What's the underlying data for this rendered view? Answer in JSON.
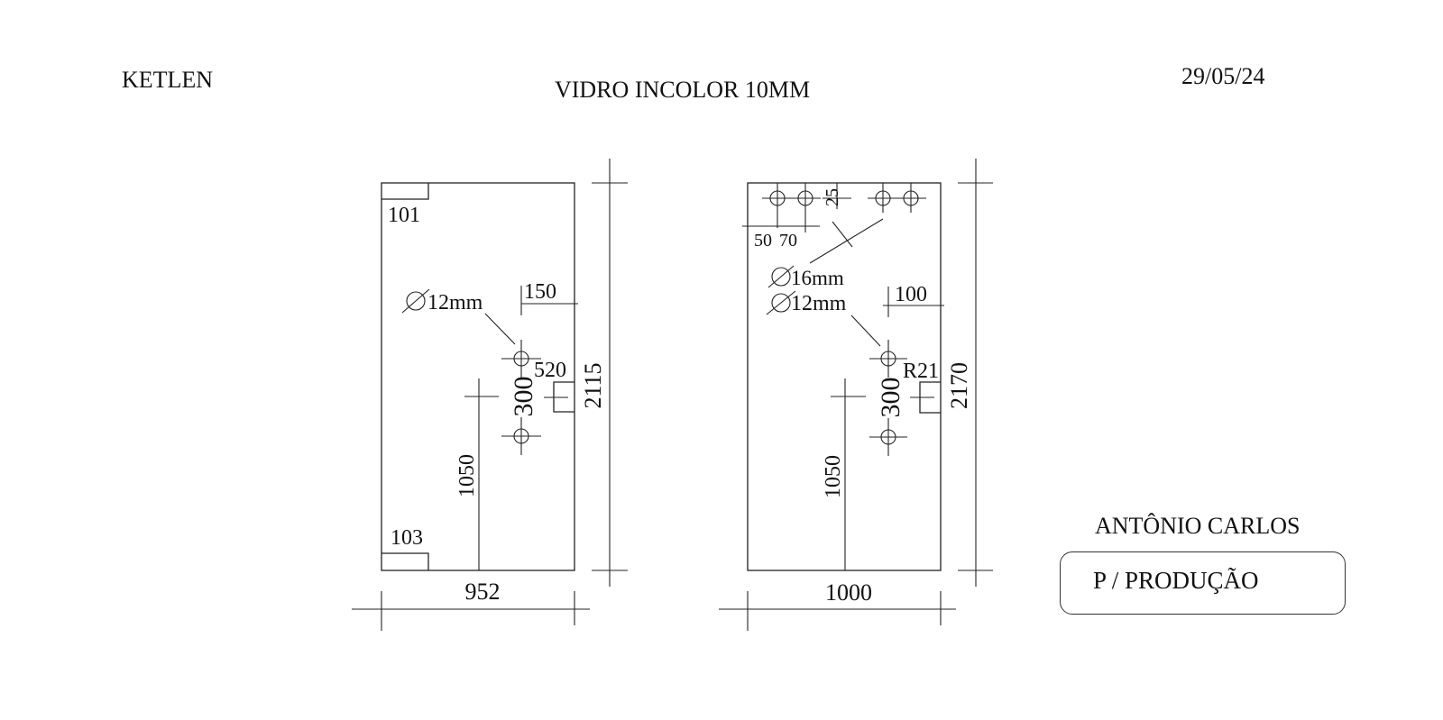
{
  "header": {
    "client": "KETLEN",
    "title": "VIDRO INCOLOR 10MM",
    "date": "29/05/24"
  },
  "footer": {
    "name": "ANTÔNIO CARLOS",
    "stamp": "P / PRODUÇÃO"
  },
  "panel_left": {
    "width": "952",
    "height": "2115",
    "corner_top": "101",
    "corner_bottom": "103",
    "hole_callout": "12mm",
    "edge_offset": "150",
    "hole_spacing": "300",
    "notch": "520",
    "hole_height": "1050"
  },
  "panel_right": {
    "width": "1000",
    "height": "2170",
    "top_offset": "25",
    "left_offset_a": "50",
    "left_offset_b": "70",
    "top_hole_callout": "16mm",
    "hole_callout": "12mm",
    "edge_offset": "100",
    "hole_spacing": "300",
    "notch": "R21",
    "hole_height": "1050"
  }
}
